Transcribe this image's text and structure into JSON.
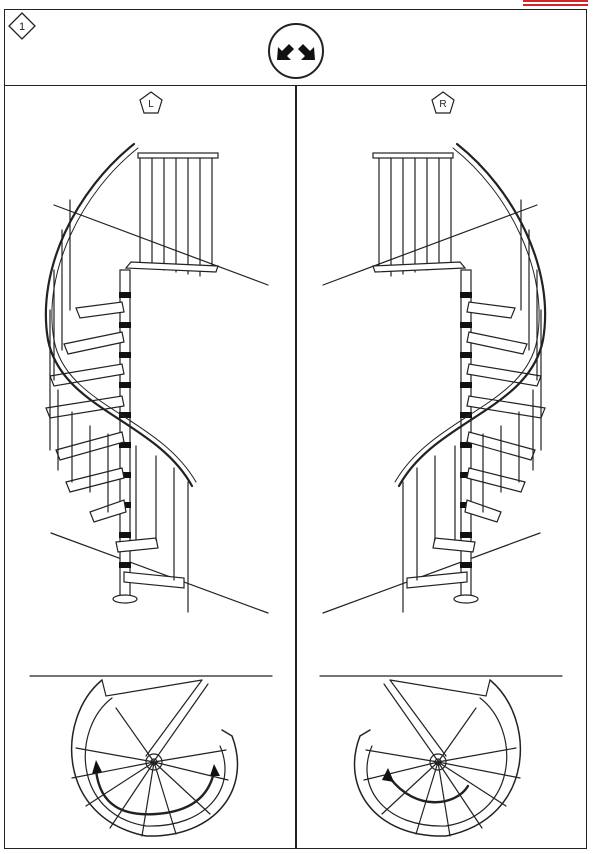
{
  "header": {
    "step_number": "1",
    "direction_icon": "crossed-arrows-icon"
  },
  "panels": [
    {
      "side_label": "L",
      "rotation": "counter-clockwise"
    },
    {
      "side_label": "R",
      "rotation": "clockwise"
    }
  ],
  "colors": {
    "accent_red": "#d0262b",
    "line": "#222222"
  }
}
